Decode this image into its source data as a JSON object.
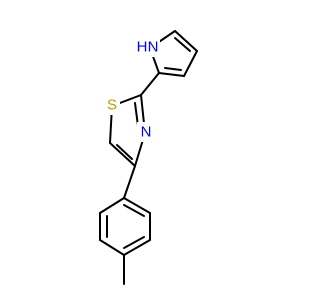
{
  "molecule": {
    "atoms": {
      "nh": "H",
      "n_pyrrole": "N",
      "s_thiazole": "S",
      "n_thiazole": "N"
    },
    "colors": {
      "nitrogen": "#0000ff",
      "sulfur": "#b8a000",
      "bond": "#000000"
    }
  }
}
